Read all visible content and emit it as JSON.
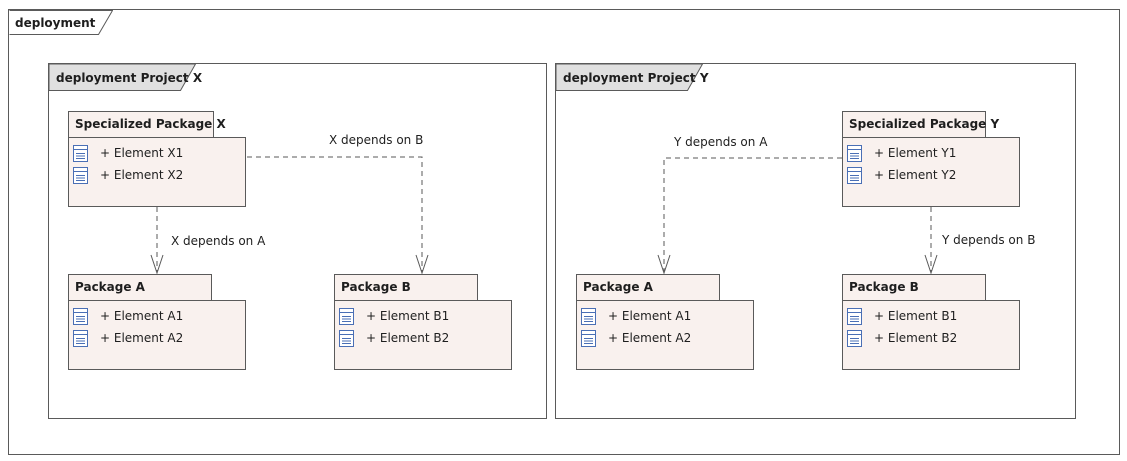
{
  "diagram": {
    "title": "deployment",
    "frames": [
      {
        "id": "project-x",
        "title": "deployment Project X",
        "packages": [
          {
            "id": "spx",
            "title": "Specialized Package X",
            "items": [
              "+ Element X1",
              "+ Element X2"
            ]
          },
          {
            "id": "xa",
            "title": "Package A",
            "items": [
              "+ Element A1",
              "+ Element A2"
            ]
          },
          {
            "id": "xb",
            "title": "Package B",
            "items": [
              "+ Element B1",
              "+ Element B2"
            ]
          }
        ],
        "dependencies": [
          {
            "from": "spx",
            "to": "xa",
            "label": "X depends on A"
          },
          {
            "from": "spx",
            "to": "xb",
            "label": "X depends on B"
          }
        ]
      },
      {
        "id": "project-y",
        "title": "deployment Project Y",
        "packages": [
          {
            "id": "spy",
            "title": "Specialized Package Y",
            "items": [
              "+ Element Y1",
              "+ Element Y2"
            ]
          },
          {
            "id": "ya",
            "title": "Package A",
            "items": [
              "+ Element A1",
              "+ Element A2"
            ]
          },
          {
            "id": "yb",
            "title": "Package B",
            "items": [
              "+ Element B1",
              "+ Element B2"
            ]
          }
        ],
        "dependencies": [
          {
            "from": "spy",
            "to": "ya",
            "label": "Y depends on A"
          },
          {
            "from": "spy",
            "to": "yb",
            "label": "Y depends on B"
          }
        ]
      }
    ]
  },
  "colors": {
    "package_fill": "#f9f1ee",
    "frame_tab_fill": "#e0e0e0",
    "border": "#5a5a5a",
    "icon_blue": "#4a6fb5"
  },
  "icons": {
    "element": "element-class-icon"
  }
}
